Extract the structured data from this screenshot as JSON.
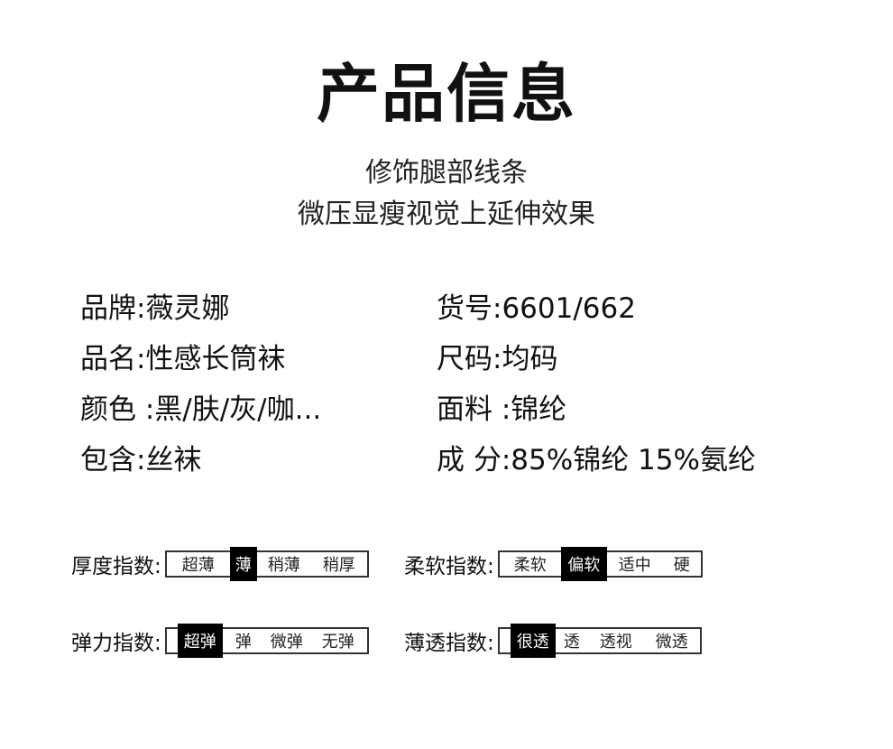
{
  "title": "产品信息",
  "subtitle_lines": [
    "修饰腿部线条",
    "微压显瘦视觉上延伸效果"
  ],
  "specs": {
    "brand": "品牌:薇灵娜",
    "item_no": "货号:6601/662",
    "product_name": "品名:性感长筒袜",
    "size": "尺码:均码",
    "color": "颜色 :黑/肤/灰/咖...",
    "fabric": "面料 :锦纶",
    "includes": "包含:丝袜",
    "composition": "成 分:85%锦纶 15%氨纶"
  },
  "indices": [
    {
      "label": "厚度指数:",
      "options": [
        "超薄",
        "薄",
        "稍薄",
        "稍厚"
      ],
      "selected": 1
    },
    {
      "label": "柔软指数:",
      "options": [
        "柔软",
        "偏软",
        "适中",
        "硬"
      ],
      "selected": 1
    },
    {
      "label": "弹力指数:",
      "options": [
        "超弹",
        "弹",
        "微弹",
        "无弹"
      ],
      "selected": 0
    },
    {
      "label": "薄透指数:",
      "options": [
        "很透",
        "透",
        "透视",
        "微透"
      ],
      "selected": 0
    }
  ],
  "colors": {
    "selected_bg": "#000000",
    "selected_text": "#ffffff",
    "border": "#333333"
  }
}
